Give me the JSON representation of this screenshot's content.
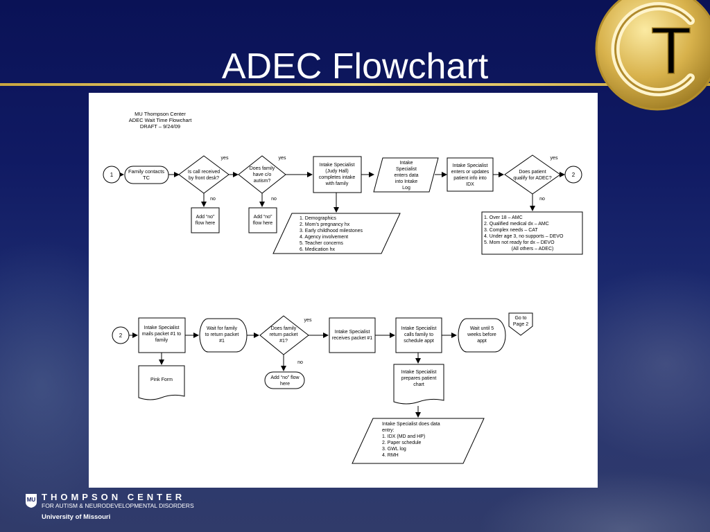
{
  "slide": {
    "title": "ADEC Flowchart",
    "logo_letter": "T"
  },
  "footer": {
    "mark": "MU",
    "org_name": "THOMPSON CENTER",
    "org_subtitle": "FOR AUTISM & NEURODEVELOPMENTAL DISORDERS",
    "university": "University of Missouri"
  },
  "flowchart": {
    "header": [
      "MU Thompson Center",
      "ADEC Wait Time Flowchart",
      "DRAFT – 9/24/09"
    ],
    "page1": {
      "start_connector": "1",
      "family_contacts": [
        "Family contacts",
        "TC"
      ],
      "call_received": [
        "Is call received",
        "by front desk?"
      ],
      "family_concern": [
        "Does family",
        "have c/o",
        "autism?"
      ],
      "intake_completes": [
        "Intake Specialist",
        "(Judy Hall)",
        "completes intake",
        "with family"
      ],
      "intake_log": [
        "Intake",
        "Specialist",
        "enters data",
        "into Intake",
        "Log"
      ],
      "enters_idx": [
        "Intake Specialist",
        "enters or updates",
        "patient info into",
        "IDX"
      ],
      "qualify_adec": [
        "Does patient",
        "qualify for ADEC?"
      ],
      "end_connector": "2",
      "no_flow_a": [
        "Add “no”",
        "flow here"
      ],
      "no_flow_b": [
        "Add “no”",
        "flow here"
      ],
      "intake_topics": [
        "1. Demographics",
        "2. Mom’s pregnancy hx",
        "3. Early childhood milestones",
        "4. Agency involvement",
        "5. Teacher concerns",
        "6. Medication hx"
      ],
      "qualify_criteria": [
        "1. Over 18 – AMC",
        "2. Qualified medical dx – AMC",
        "3. Complex needs – CAT",
        "4. Under age 3, no supports – DEVO",
        "5. Mom not ready for dx – DEVO",
        "(All others – ADEC)"
      ]
    },
    "page2": {
      "start_connector": "2",
      "mails_packet": [
        "Intake Specialist",
        "mails packet #1 to",
        "family"
      ],
      "wait_return": [
        "Wait for family",
        "to return packet",
        "#1"
      ],
      "returned_packet": [
        "Does family",
        "return packet",
        "#1?"
      ],
      "receives_packet": [
        "Intake Specialist",
        "receives packet #1"
      ],
      "calls_family": [
        "Intake Specialist",
        "calls family to",
        "schedule appt"
      ],
      "wait_weeks": [
        "Wait until 5",
        "weeks before",
        "appt"
      ],
      "go_to_page": [
        "Go to",
        "Page 2"
      ],
      "pink_form": "Pink Form",
      "no_flow": [
        "Add “no” flow",
        "here"
      ],
      "prepares_chart": [
        "Intake Specialist",
        "prepares patient",
        "chart"
      ],
      "data_entry": [
        "Intake Specialist does data",
        "entry:",
        "1. IDX (MD and HP)",
        "2. Paper schedule",
        "3. GWL log",
        "4. RMH"
      ]
    },
    "labels": {
      "yes": "yes",
      "no": "no"
    }
  }
}
